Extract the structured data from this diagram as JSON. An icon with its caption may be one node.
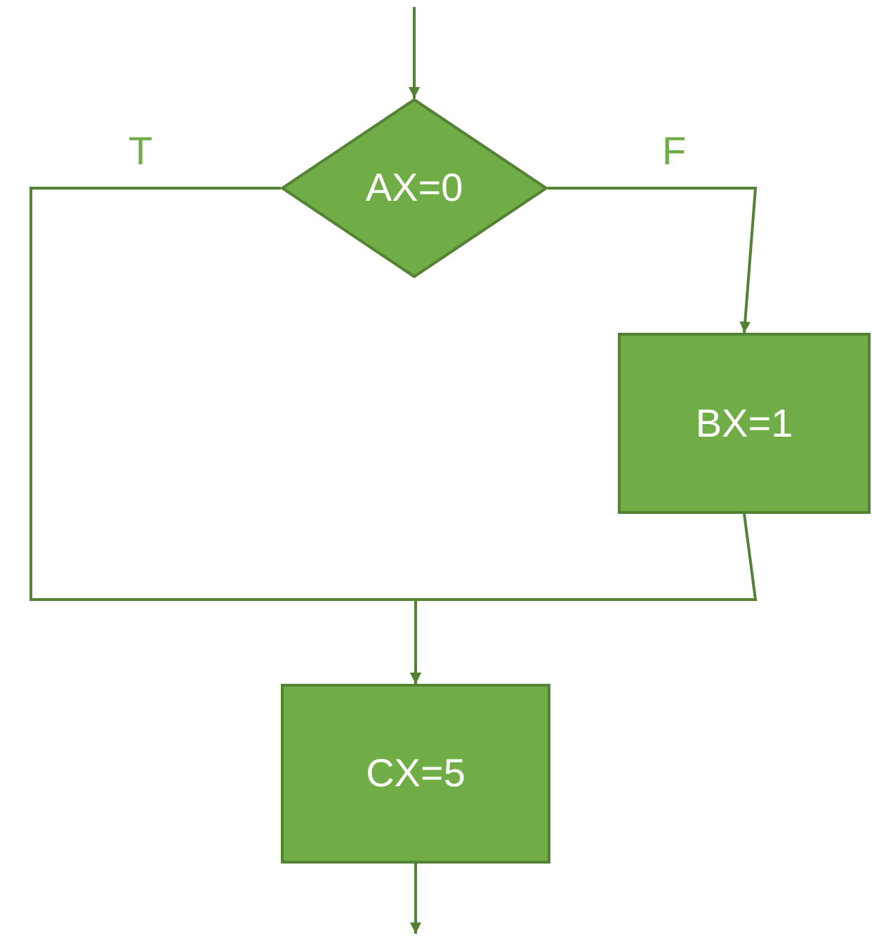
{
  "diagram": {
    "nodes": [
      {
        "text": [
          "AX=0"
        ]
      },
      {
        "text": [
          "BX=1"
        ]
      },
      {
        "text": [
          "CX=5"
        ]
      }
    ],
    "edges": [
      {
        "from": null,
        "to": 0,
        "arrow": "to"
      },
      {
        "from": 0,
        "to": 2,
        "arrow": "to",
        "label": "T"
      },
      {
        "from": 0,
        "to": 1,
        "arrow": "to",
        "label": "F"
      },
      {
        "from": 1,
        "to": 2,
        "arrow": "to"
      },
      {
        "from": 2,
        "to": null,
        "arrow": "to"
      }
    ]
  }
}
